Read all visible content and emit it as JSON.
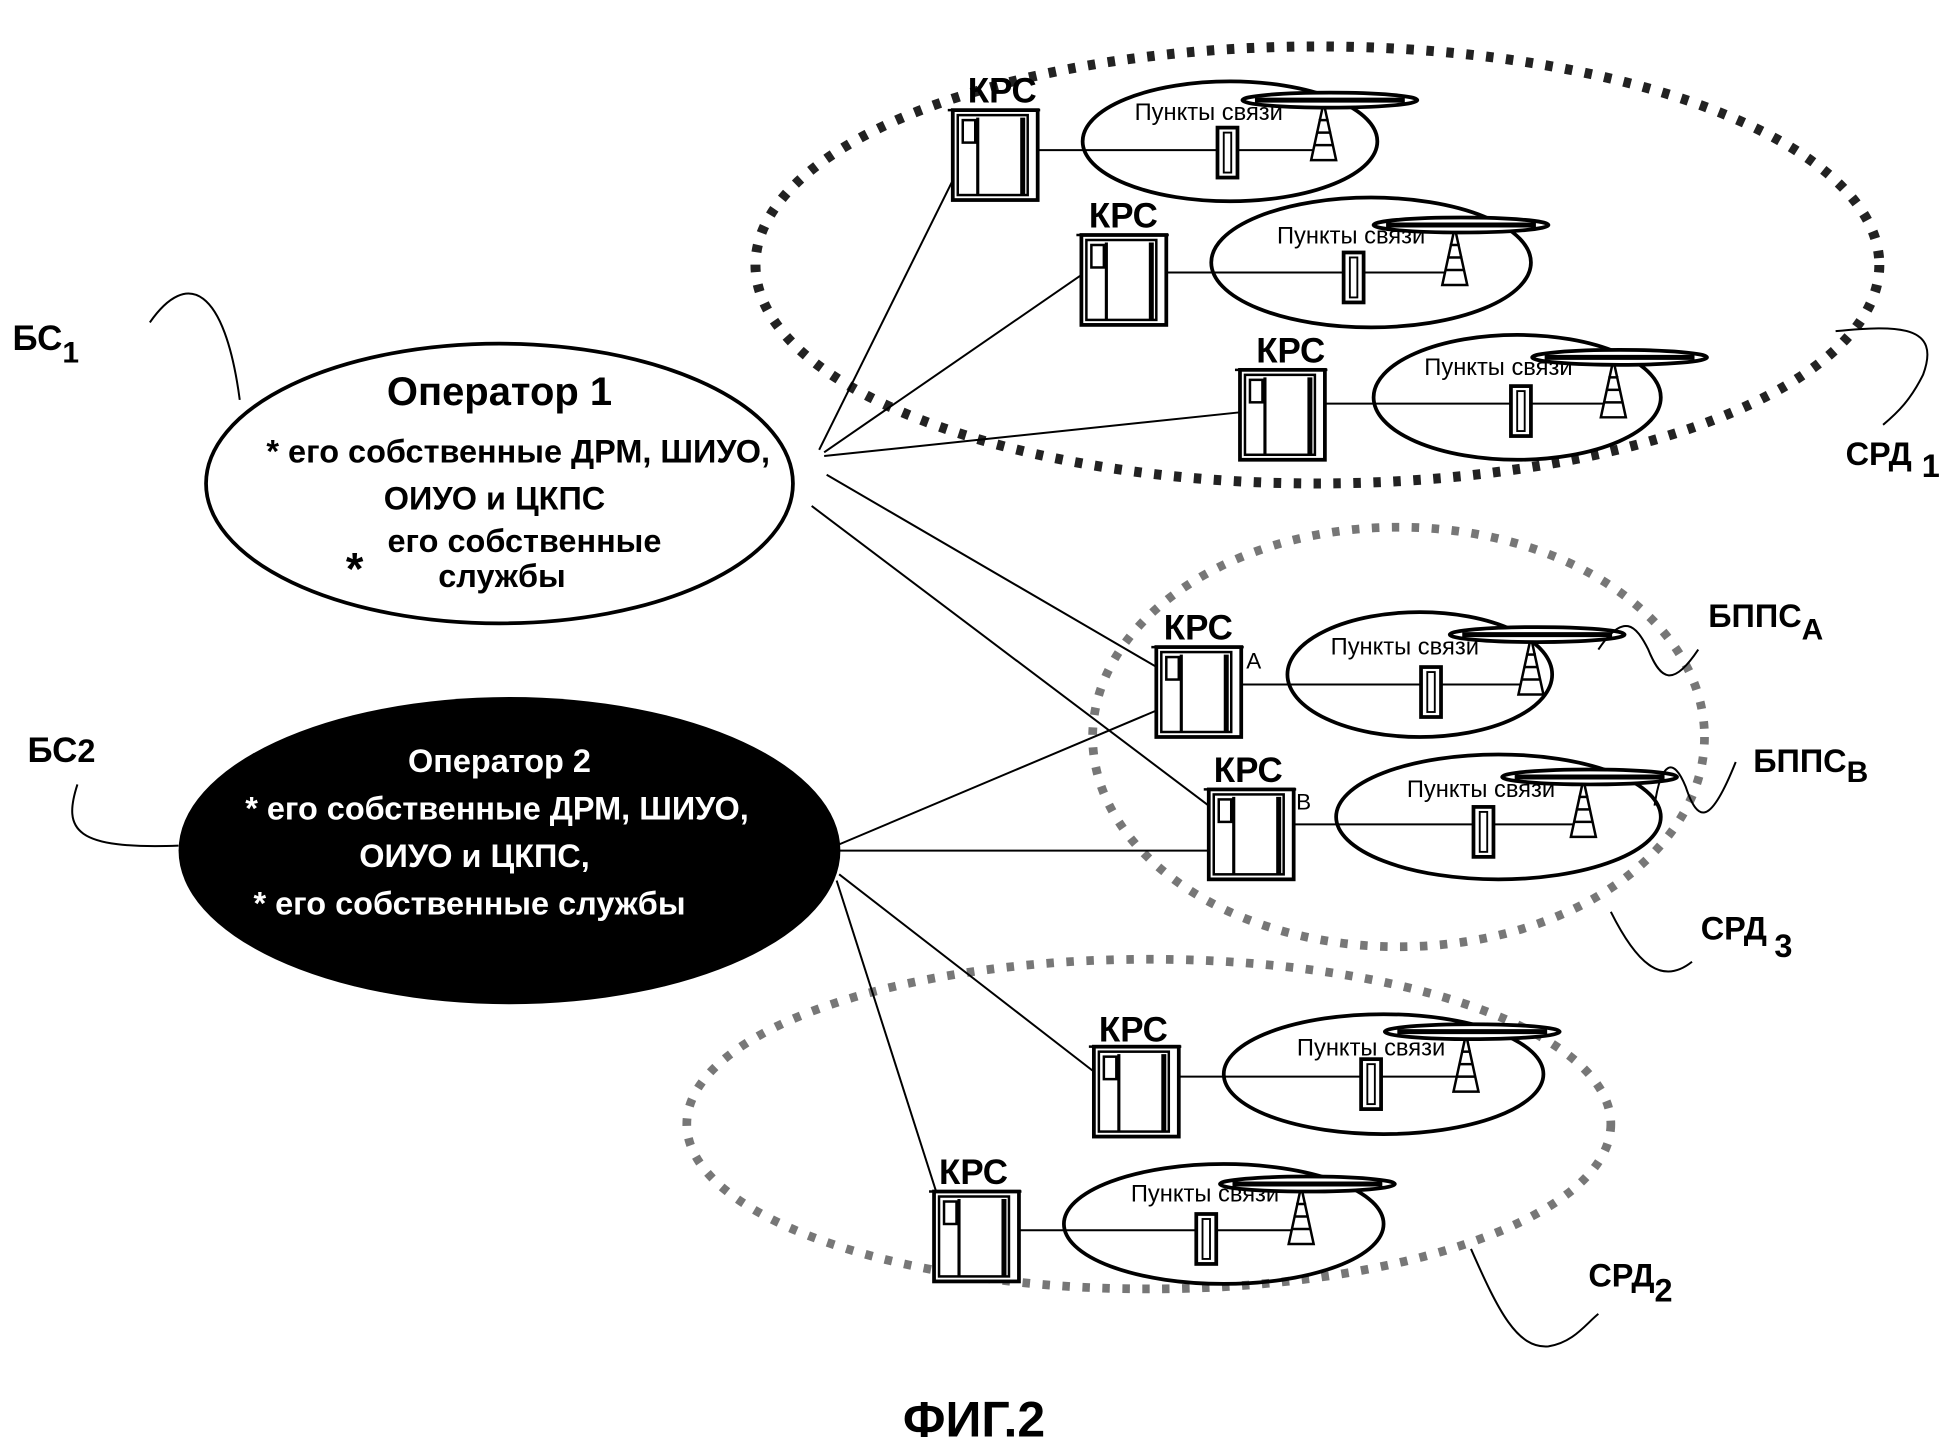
{
  "figure_label": "ФИГ.2",
  "operators": [
    {
      "name": "Оператор 1",
      "lines": [
        "* его собственные ДРМ, ШИУО,",
        "ОИУО и ЦКПС",
        "его собственные",
        "службы"
      ],
      "asterisk": "*",
      "ref": "БС",
      "ref_sub": "1"
    },
    {
      "name": "Оператор 2",
      "lines": [
        "* его собственные ДРМ, ШИУО,",
        "ОИУО и ЦКПС,",
        "* его собственные службы"
      ],
      "ref": "БС",
      "ref_sub": "2"
    }
  ],
  "node_label": "КРС",
  "cell_label": "Пункты связи",
  "node_suffixes": {
    "a": "A",
    "b": "B"
  },
  "regions": [
    {
      "ref": "СРД",
      "sub": "1"
    },
    {
      "ref": "СРД",
      "sub": "3"
    },
    {
      "ref": "СРД",
      "sub": "2"
    }
  ],
  "gateways": [
    {
      "ref": "БППС",
      "sub": "A"
    },
    {
      "ref": "БППС",
      "sub": "B"
    }
  ]
}
